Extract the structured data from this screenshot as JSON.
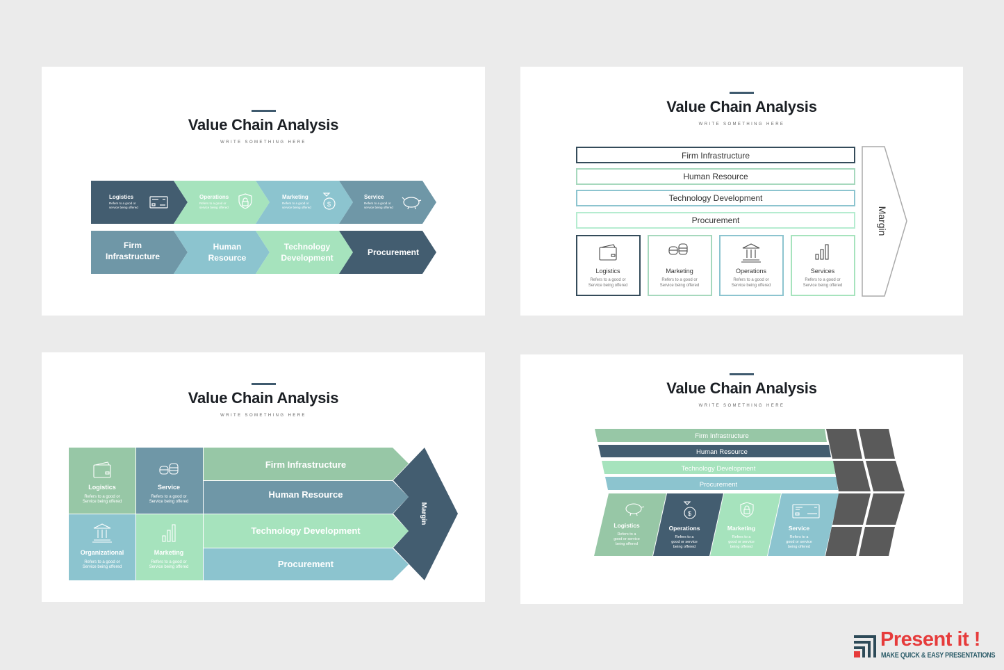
{
  "colors": {
    "dark_slate": "#435d70",
    "steel": "#6f97a7",
    "mint": "#97c7a6",
    "light_mint": "#a6e3bd",
    "sky": "#8cc4cf",
    "margin_gray": "#5a5a5a",
    "brand_red": "#e63b3b",
    "brand_teal": "#2d5d6a"
  },
  "slides": [
    {
      "title": "Value Chain Analysis",
      "subtitle": "WRITE SOMETHING HERE",
      "primary": [
        {
          "label": "Logistics",
          "desc": "Refers to a good or service being offered",
          "icon": "credit-card-icon"
        },
        {
          "label": "Operations",
          "desc": "Refers to a good or service being offered",
          "icon": "shield-lock-icon"
        },
        {
          "label": "Marketing",
          "desc": "Refers to a good or service being offered",
          "icon": "money-bag-icon"
        },
        {
          "label": "Service",
          "desc": "Refers to a good or service being offered",
          "icon": "piggy-bank-icon"
        }
      ],
      "support": [
        {
          "label_line1": "Firm",
          "label_line2": "Infrastructure"
        },
        {
          "label_line1": "Human",
          "label_line2": "Resource"
        },
        {
          "label_line1": "Technology",
          "label_line2": "Development"
        },
        {
          "label_line1": "Procurement",
          "label_line2": ""
        }
      ]
    },
    {
      "title": "Value Chain Analysis",
      "subtitle": "WRITE SOMETHING HERE",
      "support": [
        "Firm Infrastructure",
        "Human Resource",
        "Technology Development",
        "Procurement"
      ],
      "primary": [
        {
          "label": "Logistics",
          "desc1": "Refers to a good or",
          "desc2": "Service being offered",
          "icon": "wallet-icon"
        },
        {
          "label": "Marketing",
          "desc1": "Refers to a good or",
          "desc2": "Service being offered",
          "icon": "coins-icon"
        },
        {
          "label": "Operations",
          "desc1": "Refers to a good or",
          "desc2": "Service being offered",
          "icon": "bank-icon"
        },
        {
          "label": "Services",
          "desc1": "Refers to a good or",
          "desc2": "Service being offered",
          "icon": "bar-chart-icon"
        }
      ],
      "margin": "Margin"
    },
    {
      "title": "Value Chain Analysis",
      "subtitle": "WRITE SOMETHING HERE",
      "primary": [
        {
          "label": "Logistics",
          "desc1": "Refers to a good or",
          "desc2": "Service being offered",
          "icon": "wallet-icon"
        },
        {
          "label": "Service",
          "desc1": "Refers to a good or",
          "desc2": "Service being offered",
          "icon": "coins-icon"
        },
        {
          "label": "Organizational",
          "desc1": "Refers to a good or",
          "desc2": "Service being offered",
          "icon": "bank-icon"
        },
        {
          "label": "Marketing",
          "desc1": "Refers to a good or",
          "desc2": "Service being offered",
          "icon": "bar-chart-icon"
        }
      ],
      "support": [
        "Firm Infrastructure",
        "Human Resource",
        "Technology Development",
        "Procurement"
      ],
      "margin": "Margin"
    },
    {
      "title": "Value Chain Analysis",
      "subtitle": "WRITE SOMETHING HERE",
      "support": [
        "Firm Infrastructure",
        "Human Resource",
        "Technology Development",
        "Procurement"
      ],
      "primary": [
        {
          "label": "Logistics",
          "desc1": "Refers to a",
          "desc2": "good or service",
          "desc3": "being offered",
          "icon": "piggy-bank-icon"
        },
        {
          "label": "Operations",
          "desc1": "Refers to a",
          "desc2": "good or service",
          "desc3": "being offered",
          "icon": "money-bag-icon"
        },
        {
          "label": "Marketing",
          "desc1": "Refers to a",
          "desc2": "good or service",
          "desc3": "being offered",
          "icon": "shield-lock-icon"
        },
        {
          "label": "Service",
          "desc1": "Refers to a",
          "desc2": "good or service",
          "desc3": "being offered",
          "icon": "credit-card-icon"
        }
      ]
    }
  ],
  "brand": {
    "name": "Present it !",
    "tagline": "MAKE QUICK & EASY PRESENTATIONS"
  }
}
